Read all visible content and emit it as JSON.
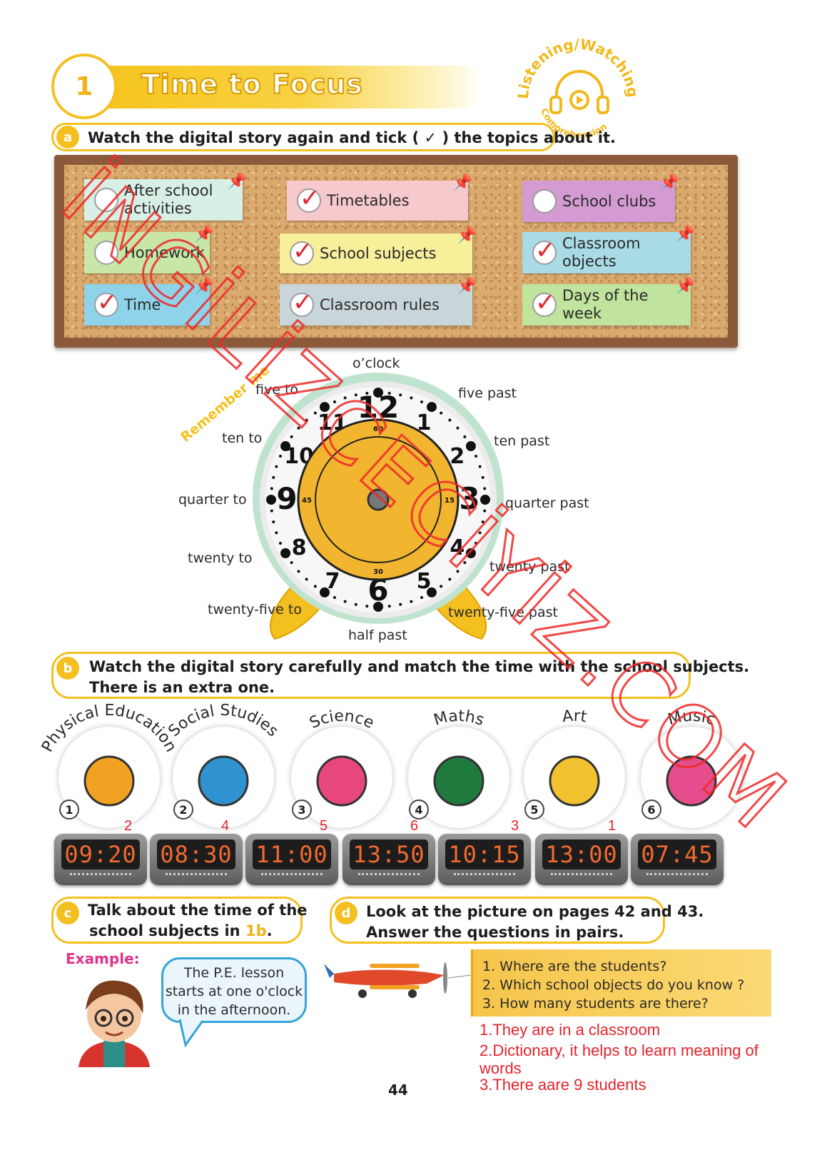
{
  "header": {
    "number": "1",
    "title": "Time to Focus",
    "badge_top": "Listening/Watching",
    "badge_bottom": "Comprehension"
  },
  "section_a": {
    "letter": "a",
    "instruction": "Watch the digital story again and tick ( ✓ ) the topics about it.",
    "topics": [
      {
        "label_line1": "After school",
        "label_line2": "activities",
        "checked": false,
        "color": "#d8efe6"
      },
      {
        "label_line1": "Timetables",
        "label_line2": "",
        "checked": true,
        "color": "#f6c9cc"
      },
      {
        "label_line1": "School clubs",
        "label_line2": "",
        "checked": false,
        "color": "#d49bd2"
      },
      {
        "label_line1": "Homework",
        "label_line2": "",
        "checked": false,
        "color": "#c7e6a8"
      },
      {
        "label_line1": "School subjects",
        "label_line2": "",
        "checked": true,
        "color": "#f7ef9a"
      },
      {
        "label_line1": "Classroom objects",
        "label_line2": "",
        "checked": true,
        "color": "#a9dbe6"
      },
      {
        "label_line1": "Time",
        "label_line2": "",
        "checked": true,
        "color": "#8ed3ea"
      },
      {
        "label_line1": "Classroom rules",
        "label_line2": "",
        "checked": true,
        "color": "#c9d6d9"
      },
      {
        "label_line1": "Days of the week",
        "label_line2": "",
        "checked": true,
        "color": "#c0e39d"
      }
    ]
  },
  "clock": {
    "remember": "Remember me",
    "labels": {
      "top": "o’clock",
      "five_past": "five past",
      "ten_past": "ten past",
      "quarter_past": "quarter past",
      "twenty_past": "twenty past",
      "twenty_five_past": "twenty-five past",
      "half_past": "half past",
      "twenty_five_to": "twenty-five to",
      "twenty_to": "twenty to",
      "quarter_to": "quarter to",
      "ten_to": "ten to",
      "five_to": "five to"
    },
    "numerals": [
      "12",
      "1",
      "2",
      "3",
      "4",
      "5",
      "6",
      "7",
      "8",
      "9",
      "10",
      "11"
    ],
    "minute_marks": [
      "60",
      "15",
      "30",
      "45"
    ]
  },
  "section_b": {
    "letter": "b",
    "instruction_line1": "Watch the digital story carefully and match the time with the school subjects.",
    "instruction_line2": "There is an extra one.",
    "subjects": [
      {
        "num": "1",
        "name": "Physical Education",
        "icon": "basketball-icon"
      },
      {
        "num": "2",
        "name": "Social Studies",
        "icon": "globe-icon"
      },
      {
        "num": "3",
        "name": "Science",
        "icon": "flask-icon"
      },
      {
        "num": "4",
        "name": "Maths",
        "icon": "chalkboard-icon"
      },
      {
        "num": "5",
        "name": "Art",
        "icon": "palette-icon"
      },
      {
        "num": "6",
        "name": "Music",
        "icon": "music-note-icon"
      }
    ],
    "times": [
      {
        "time": "09:20",
        "answer": "2"
      },
      {
        "time": "08:30",
        "answer": "4"
      },
      {
        "time": "11:00",
        "answer": "5"
      },
      {
        "time": "13:50",
        "answer": "6"
      },
      {
        "time": "10:15",
        "answer": "3"
      },
      {
        "time": "13:00",
        "answer": "1"
      },
      {
        "time": "07:45",
        "answer": ""
      }
    ]
  },
  "section_c": {
    "letter": "c",
    "line1": "Talk about the time of the",
    "line2_pre": "school subjects in ",
    "line2_ref": "1b",
    "line2_post": ".",
    "example_label": "Example:",
    "bubble": [
      "The P.E. lesson",
      "starts at one o'clock",
      "in the afternoon."
    ]
  },
  "section_d": {
    "letter": "d",
    "line1": "Look at the picture on pages 42 and 43.",
    "line2": "Answer the questions in pairs.",
    "questions": [
      "1. Where are the students?",
      "2. Which school objects do you know ?",
      "3. How many students are there?"
    ],
    "answers": [
      "1.They are in a classroom",
      "2.Dictionary, it helps to learn meaning of",
      "words",
      "3.There aare 9 students"
    ]
  },
  "page_number": "44",
  "watermark": "İNGİLİZCECİYİZ.COM",
  "colors": {
    "accent": "#f4c01f",
    "answer_red": "#e3232c",
    "digital_orange": "#f26a2e"
  }
}
